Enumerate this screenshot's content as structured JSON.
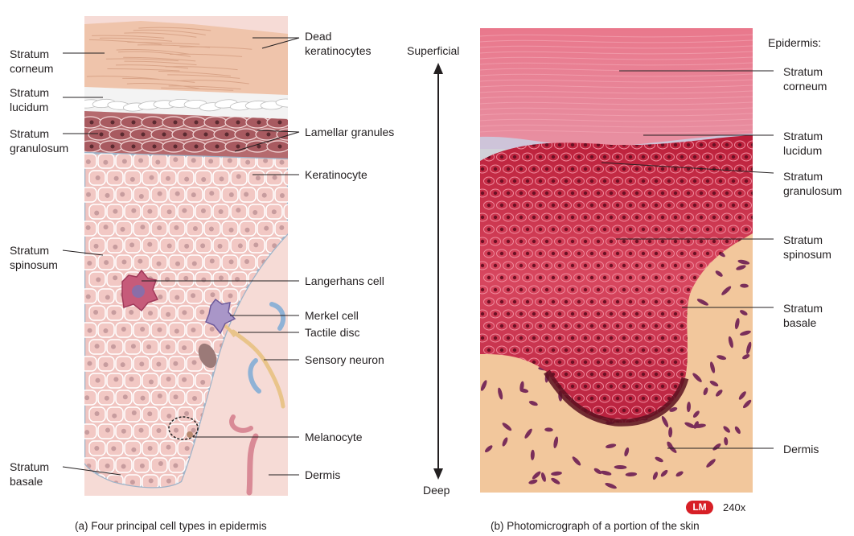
{
  "panel_a": {
    "left_labels": [
      {
        "id": "stratum-corneum",
        "text": "Stratum\ncorneum"
      },
      {
        "id": "stratum-lucidum",
        "text": "Stratum\nlucidum"
      },
      {
        "id": "stratum-granulosum",
        "text": "Stratum\ngranulosum"
      },
      {
        "id": "stratum-spinosum",
        "text": "Stratum\nspinosum"
      },
      {
        "id": "stratum-basale",
        "text": "Stratum\nbasale"
      }
    ],
    "right_labels": [
      {
        "id": "dead-keratinocytes",
        "text": "Dead\nkeratinocytes"
      },
      {
        "id": "lamellar-granules",
        "text": "Lamellar granules"
      },
      {
        "id": "keratinocyte",
        "text": "Keratinocyte"
      },
      {
        "id": "langerhans-cell",
        "text": "Langerhans cell"
      },
      {
        "id": "merkel-cell",
        "text": "Merkel cell"
      },
      {
        "id": "tactile-disc",
        "text": "Tactile disc"
      },
      {
        "id": "sensory-neuron",
        "text": "Sensory neuron"
      },
      {
        "id": "melanocyte",
        "text": "Melanocyte"
      },
      {
        "id": "dermis",
        "text": "Dermis"
      }
    ],
    "caption": "(a) Four principal cell types in epidermis"
  },
  "axis": {
    "top": "Superficial",
    "bottom": "Deep"
  },
  "panel_b": {
    "heading": "Epidermis:",
    "labels": [
      {
        "id": "stratum-corneum",
        "text": "Stratum\ncorneum"
      },
      {
        "id": "stratum-lucidum",
        "text": "Stratum\nlucidum"
      },
      {
        "id": "stratum-granulosum",
        "text": "Stratum\ngranulosum"
      },
      {
        "id": "stratum-spinosum",
        "text": "Stratum\nspinosum"
      },
      {
        "id": "stratum-basale",
        "text": "Stratum\nbasale"
      },
      {
        "id": "dermis",
        "text": "Dermis"
      }
    ],
    "badge": "LM",
    "magnification": "240x",
    "caption": "(b) Photomicrograph of a portion of the skin"
  },
  "colors": {
    "corneum": "#efc4ab",
    "lucidum": "#f2f2f2",
    "granulosum": "#b56a6e",
    "spinosum_cell": "#f0c4c0",
    "dermis": "#f6dbd6",
    "micro_red": "#d8475f",
    "badge": "#d71f26"
  }
}
